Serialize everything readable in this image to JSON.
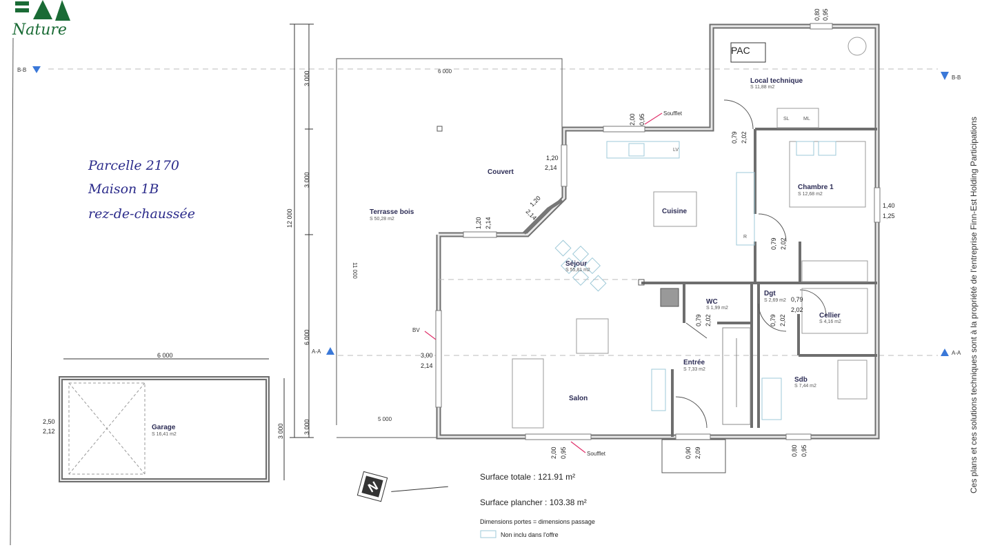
{
  "logo": {
    "text": "Nature",
    "color": "#1a6b35"
  },
  "handwritten": {
    "line1": "Parcelle 2170",
    "line2": "Maison 1B",
    "line3": "rez-de-chaussée"
  },
  "sections": {
    "bb": "B-B",
    "aa": "A-A",
    "marker_color": "#3a78d8"
  },
  "copyright": "Ces plans et ces solutions techniques sont à la propriété de l'entreprise Finn-Est Holding Participations",
  "rooms": {
    "pac": "PAC",
    "local_technique": {
      "name": "Local technique",
      "area": "S   11,88 m2"
    },
    "chambre1": {
      "name": "Chambre 1",
      "area": "S   12,68 m2"
    },
    "cuisine": {
      "name": "Cuisine"
    },
    "couvert": {
      "name": "Couvert"
    },
    "terrasse": {
      "name": "Terrasse bois",
      "area": "S                  50,28 m2"
    },
    "sejour": {
      "name": "Séjour",
      "area": "S  55,81 m2"
    },
    "wc": {
      "name": "WC",
      "area": "S  1,99 m2"
    },
    "dgt": {
      "name": "Dgt",
      "area": "S  2,69 m2"
    },
    "cellier": {
      "name": "Cellier",
      "area": "S 4,16 m2"
    },
    "entree": {
      "name": "Entrée",
      "area": "S  7,33 m2"
    },
    "sdb": {
      "name": "Sdb",
      "area": "S  7,44 m2"
    },
    "salon": {
      "name": "Salon"
    },
    "garage": {
      "name": "Garage",
      "area": "S  16,41 m2"
    }
  },
  "fixtures": {
    "lv": "LV",
    "sl": "SL",
    "ml": "ML",
    "r": "R",
    "bv": "BV",
    "soufflet": "Soufflet"
  },
  "dimensions": {
    "d12000": "12 000",
    "d3000a": "3 000",
    "d3000b": "3 000",
    "d6000": "6 000",
    "d3000c": "3 000",
    "terrace_top": "6 000",
    "terrace_bottom": "5 000",
    "terrace_side": "11 000",
    "garage_w": "6 000",
    "garage_h": "3 000",
    "w_top_a": "2,00",
    "w_top_b": "0,95",
    "pac_a": "0,80",
    "pac_b": "0,95",
    "win1_a": "1,20",
    "win1_b": "2,14",
    "win2_a": "1,20",
    "win2_b": "2,14",
    "win3_a": "1,20",
    "win3_b": "2,14",
    "door_lt_a": "0,79",
    "door_lt_b": "2,02",
    "door_ch_a": "0,79",
    "door_ch_b": "2,02",
    "win_ch_a": "1,40",
    "win_ch_b": "1,25",
    "wc_a": "0,79",
    "wc_b": "2,02",
    "dgt_a": "0,79",
    "dgt_b": "2,02",
    "cel_a": "0,79",
    "cel_b": "2,02",
    "bv_a": "3,00",
    "bv_b": "2,14",
    "bot_a": "2,00",
    "bot_b": "0,95",
    "entry_a": "0,90",
    "entry_b": "2,09",
    "sdb_a": "0,80",
    "sdb_b": "0,95",
    "garage_a": "2,50",
    "garage_b": "2,12"
  },
  "legend": {
    "surface_totale": "Surface totale : 121.91 m²",
    "surface_plancher": "Surface plancher : 103.38 m²",
    "note": "Dimensions portes = dimensions passage",
    "non_inclu": "Non inclu dans l'offre"
  },
  "compass": {
    "letter": "N"
  }
}
